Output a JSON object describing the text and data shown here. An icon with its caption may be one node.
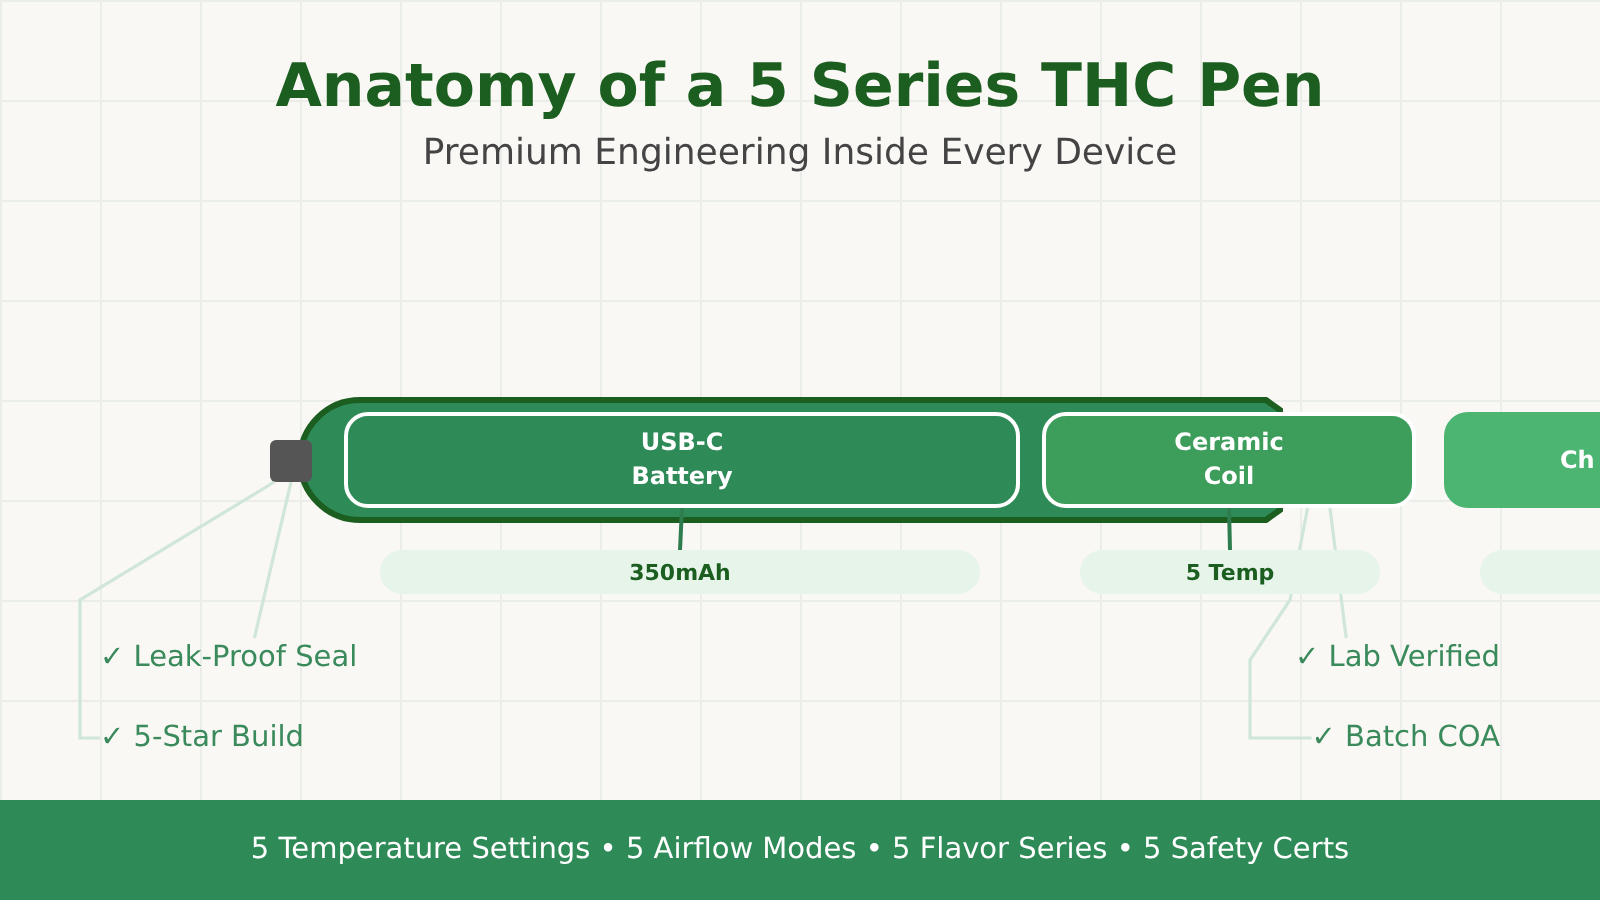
{
  "diagram": {
    "title": "Anatomy of a 5 Series THC Pen",
    "nodes": [
      {
        "text": [],
        "shape": "box"
      },
      {
        "text": [
          "USB-C Battery"
        ]
      },
      {
        "text": [
          "Ceramic Coil"
        ]
      },
      {
        "text": [
          "Ch"
        ]
      },
      {
        "text": [
          "350mAh"
        ]
      },
      {
        "text": [
          "5 Temp"
        ]
      },
      {
        "text": [],
        "shape": "bar"
      },
      {
        "text": [
          "✓ Leak-Proof Seal"
        ]
      },
      {
        "text": [
          "✓ Lab Verified"
        ]
      },
      {
        "text": [
          "✓ 5-Star Build"
        ]
      },
      {
        "text": [
          "✓ Batch COA"
        ]
      },
      {
        "text": [
          "5 Temperature Settings • 5 Airflow Modes • 5 Flavor Series • 5 Safety Certs"
        ]
      }
    ],
    "edges": [
      {
        "from": 1,
        "to": 4,
        "arrow": "none",
        "color": "#2e7d4f"
      },
      {
        "from": 2,
        "to": 5,
        "arrow": "none",
        "color": "#2e7d4f"
      },
      {
        "from": 0,
        "to": 7,
        "arrow": "none"
      },
      {
        "from": 2,
        "to": 8,
        "arrow": "none"
      },
      {
        "from": 0,
        "to": 9,
        "arrow": "none"
      },
      {
        "from": 2,
        "to": 10,
        "arrow": "none"
      }
    ],
    "labels": [
      "Premium Engineering Inside Every Device"
    ]
  }
}
